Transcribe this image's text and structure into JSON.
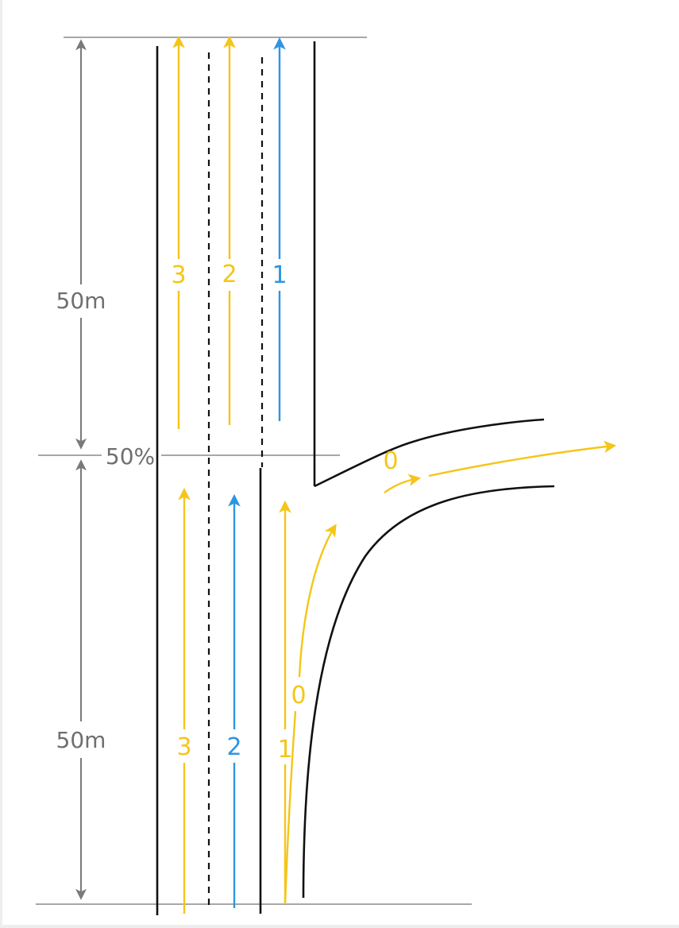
{
  "colors": {
    "yellow": "#f5c518",
    "blue": "#2f95e0",
    "road": "#111111",
    "reference": "#8a8a8a",
    "dimension": "#7a7a7a"
  },
  "dimensions": {
    "upper_length": "50m",
    "lower_length": "50m",
    "midpoint": "50%"
  },
  "upper_lanes": [
    {
      "label": "3",
      "color": "yellow"
    },
    {
      "label": "2",
      "color": "yellow"
    },
    {
      "label": "1",
      "color": "blue"
    }
  ],
  "lower_lanes": [
    {
      "label": "3",
      "color": "yellow"
    },
    {
      "label": "2",
      "color": "blue"
    },
    {
      "label": "1",
      "color": "yellow"
    }
  ],
  "ramp": {
    "lane_label": "0",
    "exit_label": "0",
    "color": "yellow"
  }
}
